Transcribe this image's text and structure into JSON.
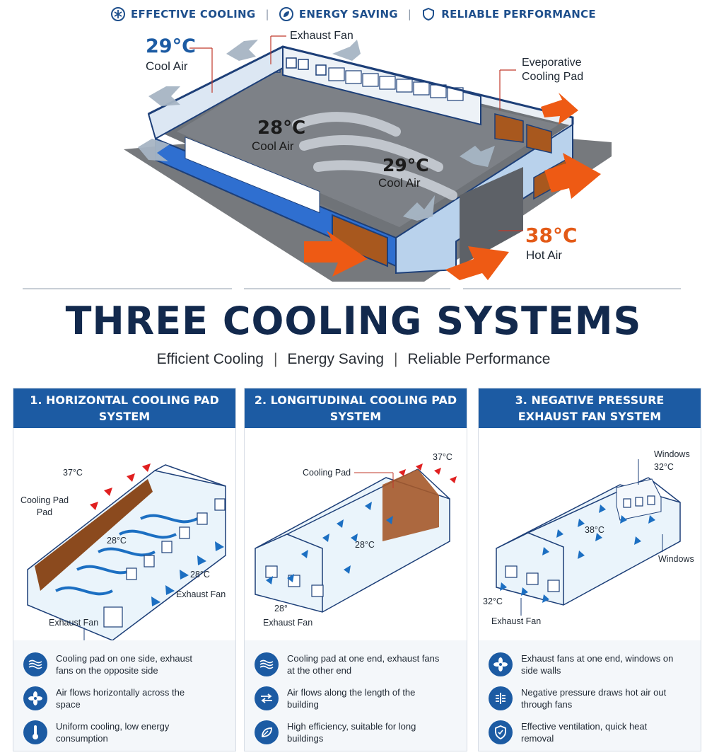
{
  "header": {
    "features": [
      {
        "icon": "snowflake-icon",
        "label": "EFFECTIVE COOLING"
      },
      {
        "icon": "leaf-icon",
        "label": "ENERGY SAVING"
      },
      {
        "icon": "shield-icon",
        "label": "RELIABLE PERFORMANCE"
      }
    ]
  },
  "hero": {
    "exhaust_fan": "Exhaust Fan",
    "evaporative_pad": "Eveporative Cooling Pad",
    "temp_left": "29°C",
    "temp_left_label": "Cool Air",
    "temp_center": "28°C",
    "temp_center_label": "Cool Air",
    "temp_right_inner": "29°C",
    "temp_right_inner_label": "Cool Air",
    "temp_hot": "38°C",
    "temp_hot_label": "Hot Air"
  },
  "title": "THREE COOLING SYSTEMS",
  "subtitle": {
    "items": [
      "Efficient Cooling",
      "Energy Saving",
      "Reliable Performance"
    ]
  },
  "panels": [
    {
      "title": "1. HORIZONTAL COOLING PAD SYSTEM",
      "labels": {
        "outside_temp": "37°C",
        "cooling_pad": "Cooling Pad Pad",
        "inside_temp": "28°C",
        "outlet_temp": "28°C",
        "exhaust_fan_a": "Exhaust Fan",
        "exhaust_fan_b": "Exhaust Fan"
      },
      "bullets": [
        {
          "icon": "waves-icon",
          "text": "Cooling pad on one side, exhaust fans on the opposite side"
        },
        {
          "icon": "fan-icon",
          "text": "Air flows horizontally across the space"
        },
        {
          "icon": "thermometer-icon",
          "text": "Uniform cooling, low energy consumption"
        }
      ]
    },
    {
      "title": "2. LONGITUDINAL COOLING PAD SYSTEM",
      "labels": {
        "outside_temp": "37°C",
        "cooling_pad": "Cooling Pad",
        "inside_temp": "28°C",
        "outlet_temp": "28°",
        "exhaust_fan": "Exhaust Fan"
      },
      "bullets": [
        {
          "icon": "waves-icon",
          "text": "Cooling pad at one end, exhaust fans at the other end"
        },
        {
          "icon": "arrows-icon",
          "text": "Air flows along the length of the building"
        },
        {
          "icon": "leaf-icon",
          "text": "High efficiency, suitable for long buildings"
        }
      ]
    },
    {
      "title": "3. NEGATIVE PRESSURE EXHAUST FAN SYSTEM",
      "labels": {
        "windows_top": "Windows",
        "windows_temp": "32°C",
        "inside_temp": "38°C",
        "windows_side": "Windows",
        "outlet_temp": "32°C",
        "exhaust_fan": "Exhaust Fan"
      },
      "bullets": [
        {
          "icon": "fan-icon",
          "text": "Exhaust fans at one end, windows on side walls"
        },
        {
          "icon": "pressure-icon",
          "text": "Negative pressure draws hot air out through fans"
        },
        {
          "icon": "shield-icon",
          "text": "Effective ventilation, quick heat removal"
        }
      ]
    }
  ]
}
